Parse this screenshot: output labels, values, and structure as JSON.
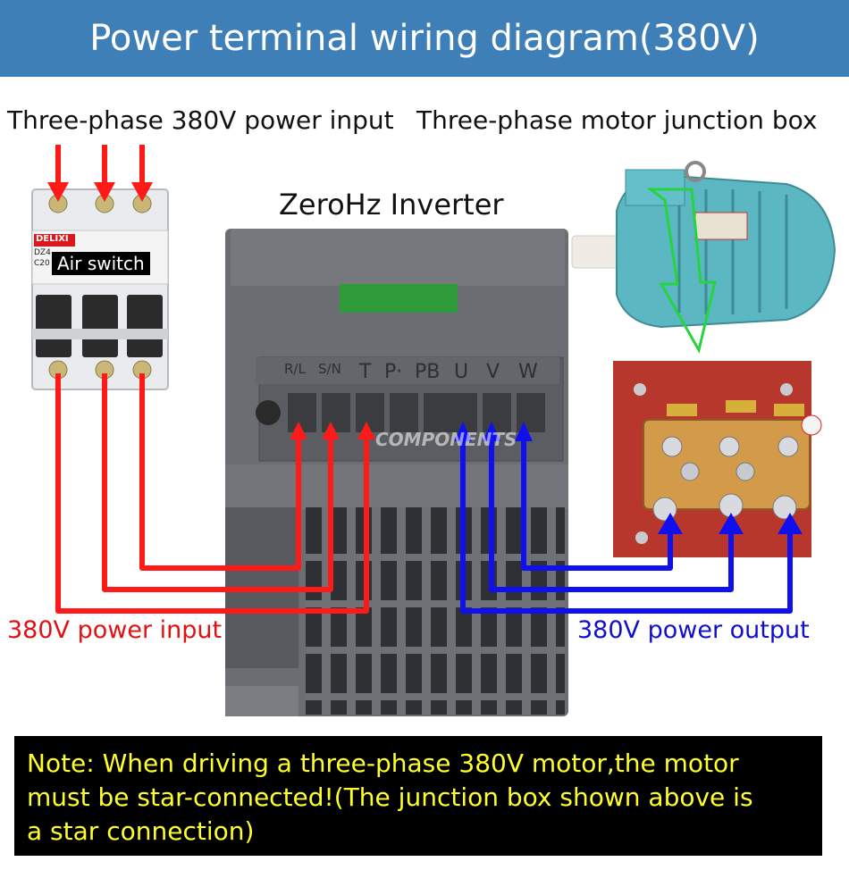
{
  "header": {
    "title": "Power terminal wiring diagram(380V)"
  },
  "labels": {
    "power_input_title": "Three-phase 380V power input",
    "junction_box_title": "Three-phase motor junction box",
    "inverter_title": "ZeroHz Inverter",
    "air_switch": "Air switch",
    "breaker_brand": "DELIXI",
    "breaker_model": "DZ4",
    "breaker_rating": "C20",
    "power_input_bottom": "380V power input",
    "power_output_bottom": "380V power output",
    "watermark": "COMPONENTS"
  },
  "terminals": [
    "R/L",
    "S/N",
    "T",
    "P·",
    "PB",
    "U",
    "V",
    "W"
  ],
  "note": {
    "lines": [
      "Note: When driving a three-phase 380V motor,the motor",
      "must be star-connected!(The junction box shown above is",
      "a star connection)"
    ]
  },
  "colors": {
    "header_bg": "#3e7fb8",
    "input_wire": "#ff1a1a",
    "output_wire": "#1010ee",
    "note_text": "#ffff2a",
    "motor": "#5bb7c2"
  }
}
